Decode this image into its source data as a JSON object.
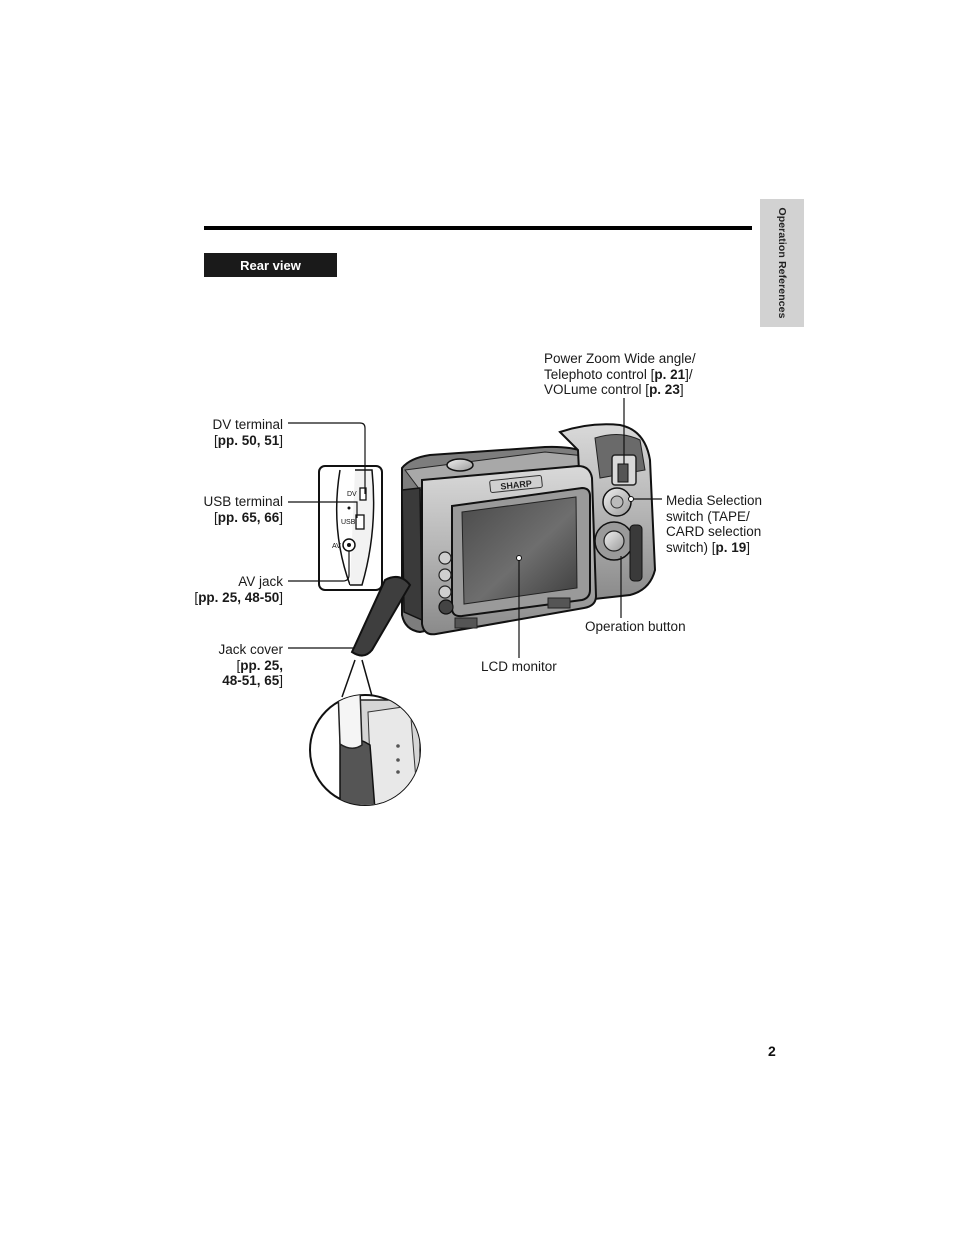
{
  "section_title": "Rear view",
  "side_tab": "Operation References",
  "page_number": "2",
  "camera_brand": "SHARP",
  "inset_labels": {
    "dv": "DV",
    "usb": "USB",
    "av": "AV"
  },
  "callouts": {
    "dv_terminal": {
      "name": "DV terminal",
      "ref": "pp. 50, 51"
    },
    "usb_terminal": {
      "name": "USB terminal",
      "ref": "pp. 65, 66"
    },
    "av_jack": {
      "name": "AV jack",
      "ref": "pp. 25, 48-50"
    },
    "jack_cover": {
      "name": "Jack cover",
      "ref_line1": "pp. 25,",
      "ref_line2": "48-51, 65"
    },
    "power_zoom": {
      "line1": "Power Zoom Wide angle/",
      "line2_pre": "Telephoto control",
      "ref1": "p. 21",
      "line3_pre": "VOLume control",
      "ref2": "p. 23"
    },
    "media_selection": {
      "line1": "Media Selection",
      "line2": "switch (TAPE/",
      "line3": "CARD selection",
      "line4_pre": "switch)",
      "ref": "p. 19"
    },
    "operation_button": "Operation button",
    "lcd_monitor": "LCD monitor"
  }
}
